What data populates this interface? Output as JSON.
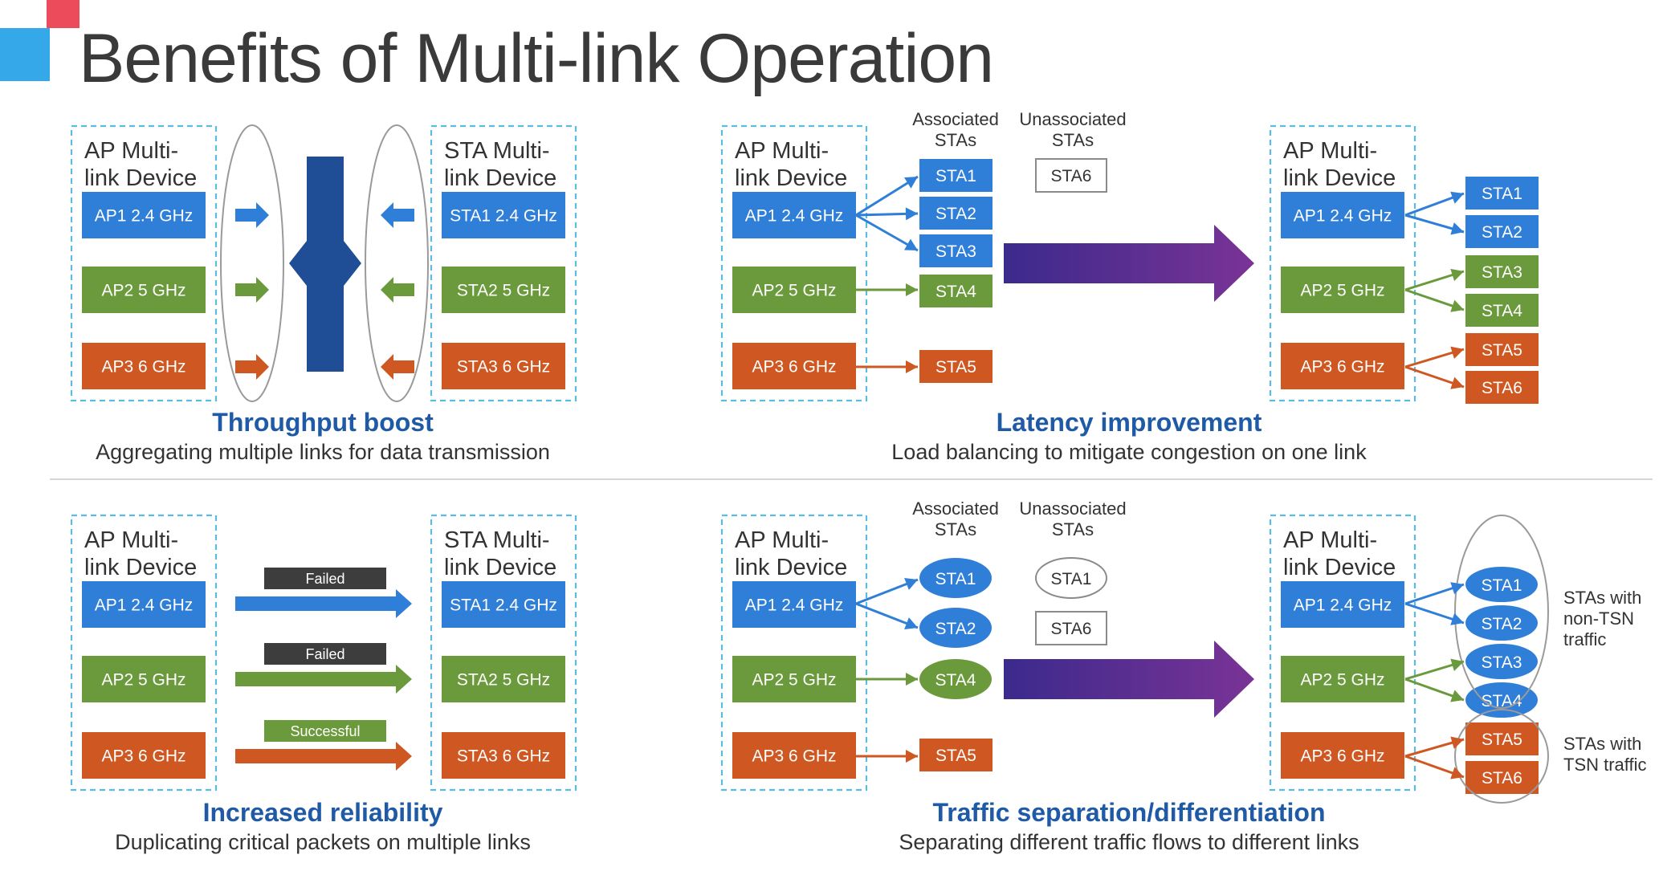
{
  "title": "Benefits of Multi-link Operation",
  "colors": {
    "blue": "#2f7ed8",
    "green": "#6b9a3c",
    "orange": "#cf5822",
    "dark_blue": "#1f5aa6",
    "purple": "#6b2f8f",
    "accent_red": "#ec4b5b",
    "accent_cyan": "#34a8e8",
    "dashed": "#5bbbe0"
  },
  "labels": {
    "ap_mld": "AP Multi-\nlink Device",
    "sta_mld": "STA Multi-\nlink Device",
    "associated": "Associated\nSTAs",
    "unassociated": "Unassociated\nSTAs",
    "ap1": "AP1 2.4 GHz",
    "ap2": "AP2 5 GHz",
    "ap3": "AP3 6 GHz",
    "sta1_link": "STA1 2.4 GHz",
    "sta2_link": "STA2 5 GHz",
    "sta3_link": "STA3 6 GHz",
    "sta1": "STA1",
    "sta2": "STA2",
    "sta3": "STA3",
    "sta4": "STA4",
    "sta5": "STA5",
    "sta6": "STA6",
    "failed": "Failed",
    "successful": "Successful",
    "non_tsn": "STAs with\nnon-TSN\ntraffic",
    "tsn": "STAs with\nTSN traffic"
  },
  "panels": {
    "throughput": {
      "title": "Throughput boost",
      "subtitle": "Aggregating multiple links for data transmission"
    },
    "latency": {
      "title": "Latency improvement",
      "subtitle": "Load balancing to mitigate congestion on one link"
    },
    "reliability": {
      "title": "Increased reliability",
      "subtitle": "Duplicating critical packets on multiple links"
    },
    "traffic": {
      "title": "Traffic separation/differentiation",
      "subtitle": "Separating different traffic flows to different links"
    }
  }
}
